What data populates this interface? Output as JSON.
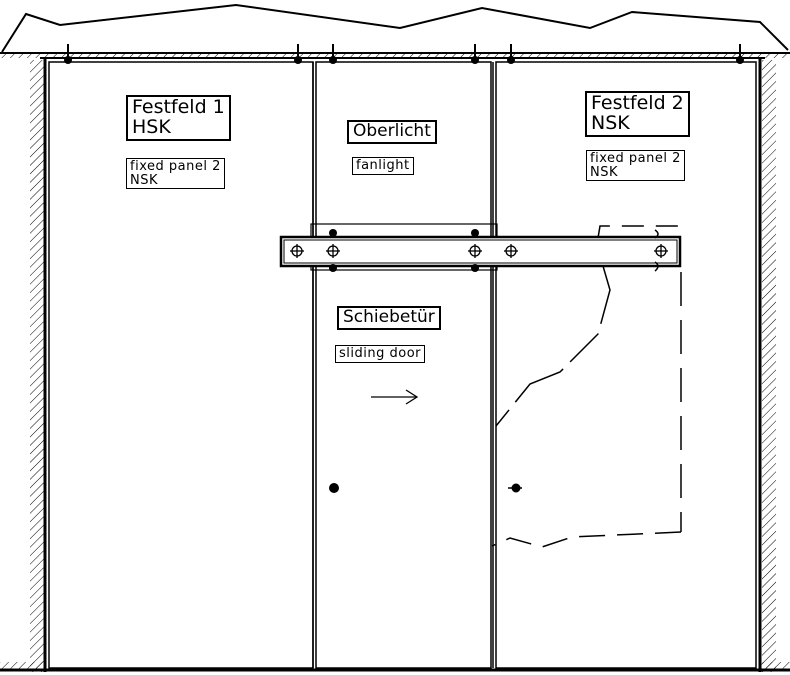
{
  "panels": {
    "left": {
      "title_line1": "Festfeld 1",
      "title_line2": "HSK",
      "sub_line1": "fixed panel 2",
      "sub_line2": "NSK"
    },
    "center_top": {
      "title": "Oberlicht",
      "sub": "fanlight"
    },
    "center_door": {
      "title": "Schiebetür",
      "sub": "sliding door"
    },
    "right": {
      "title_line1": "Festfeld 2",
      "title_line2": "NSK",
      "sub_line1": "fixed panel 2",
      "sub_line2": "NSK"
    }
  },
  "colors": {
    "line": "#000000",
    "background": "#ffffff"
  }
}
